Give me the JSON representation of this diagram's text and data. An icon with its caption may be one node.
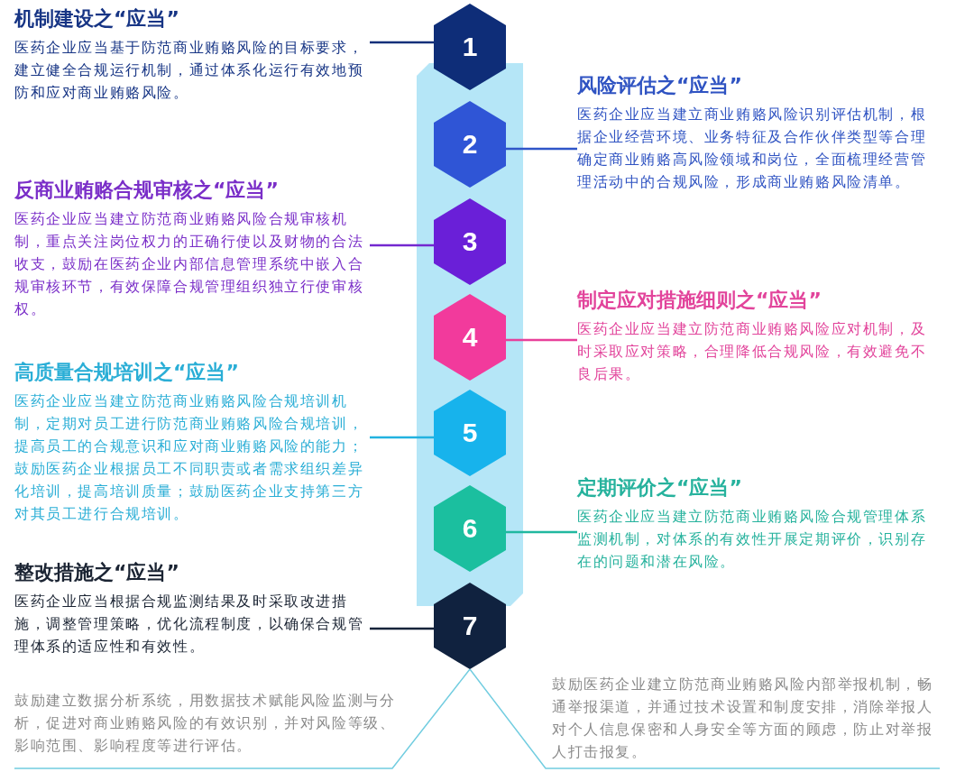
{
  "diagram": {
    "nodes": [
      {
        "text": [
          "1"
        ]
      },
      {
        "text": [
          "2"
        ]
      },
      {
        "text": [
          "3"
        ]
      },
      {
        "text": [
          "4"
        ]
      },
      {
        "text": [
          "5"
        ]
      },
      {
        "text": [
          "6"
        ]
      },
      {
        "text": [
          "7"
        ]
      },
      {
        "text": [
          "机制建设之“应当”",
          "医药企业应当基于防范商业贿赂风险的目标要求，建立健全合规运行机制，通过体系化运行有效地预防和应对商业贿赂风险。"
        ]
      },
      {
        "text": [
          "风险评估之“应当”",
          "医药企业应当建立商业贿赂风险识别评估机制，根据企业经营环境、业务特征及合作伙伴类型等合理确定商业贿赂高风险领域和岗位，全面梳理经营管理活动中的合规风险，形成商业贿赂风险清单。"
        ]
      },
      {
        "text": [
          "反商业贿赂合规审核之“应当”",
          "医药企业应当建立防范商业贿赂风险合规审核机制，重点关注岗位权力的正确行使以及财物的合法收支，鼓励在医药企业内部信息管理系统中嵌入合规审核环节，有效保障合规管理组织独立行使审核权。"
        ]
      },
      {
        "text": [
          "制定应对措施细则之“应当”",
          "医药企业应当建立防范商业贿赂风险应对机制，及时采取应对策略，合理降低合规风险，有效避免不良后果。"
        ]
      },
      {
        "text": [
          "高质量合规培训之“应当”",
          "医药企业应当建立防范商业贿赂风险合规培训机制，定期对员工进行防范商业贿赂风险合规培训，提高员工的合规意识和应对商业贿赂风险的能力；鼓励医药企业根据员工不同职责或者需求组织差异化培训，提高培训质量；鼓励医药企业支持第三方对其员工进行合规培训。"
        ]
      },
      {
        "text": [
          "定期评价之“应当”",
          "医药企业应当建立防范商业贿赂风险合规管理体系监测机制，对体系的有效性开展定期评价，识别存在的问题和潜在风险。"
        ]
      },
      {
        "text": [
          "整改措施之“应当”",
          "医药企业应当根据合规监测结果及时采取改进措施，调整管理策略，优化流程制度，以确保合规管理体系的适应性和有效性。"
        ]
      },
      {
        "text": [
          "鼓励建立数据分析系统，用数据技术赋能风险监测与分析，促进对商业贿赂风险的有效识别，并对风险等级、影响范围、影响程度等进行评估。"
        ]
      },
      {
        "text": [
          "鼓励医药企业建立防范商业贿赂风险内部举报机制，畅通举报渠道，并通过技术设置和制度安排，消除举报人对个人信息保密和人身安全等方面的顾虑，防止对举报人打击报复。"
        ]
      }
    ],
    "edges": [
      {
        "from": 7,
        "to": 0,
        "arrow": "none",
        "color": "#12307a"
      },
      {
        "from": 1,
        "to": 8,
        "arrow": "none",
        "color": "#2f55c8"
      },
      {
        "from": 9,
        "to": 2,
        "arrow": "none",
        "color": "#7428d0"
      },
      {
        "from": 3,
        "to": 10,
        "arrow": "none",
        "color": "#e8409a"
      },
      {
        "from": 11,
        "to": 4,
        "arrow": "none",
        "color": "#22b2e0"
      },
      {
        "from": 5,
        "to": 12,
        "arrow": "none",
        "color": "#20b8a0"
      },
      {
        "from": 13,
        "to": 6,
        "arrow": "none",
        "color": "#14233a"
      },
      {
        "from": 6,
        "to": 14,
        "arrow": "none",
        "color": "#72cde0"
      },
      {
        "from": 6,
        "to": 15,
        "arrow": "none",
        "color": "#72cde0"
      }
    ]
  }
}
